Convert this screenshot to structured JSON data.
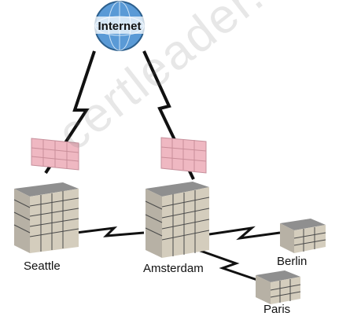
{
  "diagram": {
    "nodes": {
      "internet": "Internet",
      "seattle": "Seattle",
      "amsterdam": "Amsterdam",
      "berlin": "Berlin",
      "paris": "Paris"
    },
    "links": [
      {
        "from": "Seattle",
        "to": "Internet",
        "kind": "wan"
      },
      {
        "from": "Amsterdam",
        "to": "Internet",
        "kind": "wan"
      },
      {
        "from": "Seattle",
        "to": "Amsterdam",
        "kind": "wan"
      },
      {
        "from": "Amsterdam",
        "to": "Berlin",
        "kind": "wan"
      },
      {
        "from": "Amsterdam",
        "to": "Paris",
        "kind": "wan"
      }
    ],
    "firewalls": [
      "Seattle",
      "Amsterdam"
    ]
  },
  "watermark": "certleader.com",
  "colors": {
    "globe": "#4a8fd0",
    "link": "#111111",
    "firewall": "#e8a7b3",
    "building_roof": "#8a8a8a",
    "building_wall": "#c9c2b4"
  }
}
